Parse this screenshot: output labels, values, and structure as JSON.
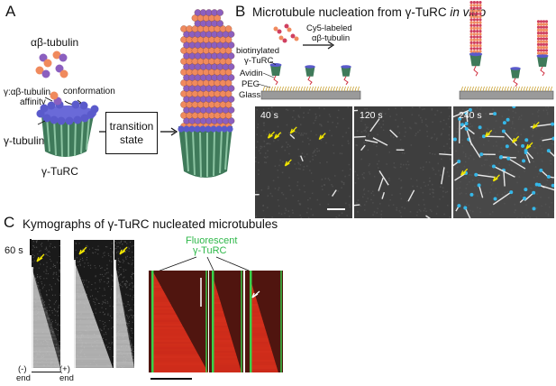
{
  "panel_a": {
    "letter": "A",
    "ab_tubulin": "αβ-tubulin",
    "affinity_line1": "γ:αβ-tubulin",
    "affinity_line2": "affinity",
    "conformation": "conformation",
    "g_tubulin": "γ-tubulin",
    "g_turc": "γ-TuRC",
    "transition_line1": "transition",
    "transition_line2": "state"
  },
  "panel_b": {
    "letter": "B",
    "title_prefix": "Microtubule nucleation from γ-TuRC ",
    "title_italic": "in vitro",
    "cy5_line1": "Cy5-labeled",
    "cy5_line2": "αβ-tubulin",
    "biotinylated_line1": "biotinylated",
    "biotinylated_line2": "γ-TuRC",
    "avidin": "Avidin",
    "peg": "PEG",
    "glass": "Glass",
    "timepoints": [
      "40 s",
      "120 s",
      "240 s"
    ]
  },
  "panel_c": {
    "letter": "C",
    "title": "Kymographs of γ-TuRC nucleated microtubules",
    "time_scale": "60 s",
    "minus_end_line1": "(-)",
    "minus_end_line2": "end",
    "plus_end_line1": "(+)",
    "plus_end_line2": "end",
    "fluorescent_line1": "Fluorescent",
    "fluorescent_line2": "γ-TuRC"
  },
  "colors": {
    "tubulin_orange": "#f08a5d",
    "tubulin_purple": "#8b5fbf",
    "g_tubulin_blue": "#5a5acb",
    "turc_green": "#3f7a5a",
    "kymo_red": "#d42a1a",
    "kymo_green": "#38d14a",
    "arrow_yellow": "#f2e600",
    "dot_cyan": "#35b7e8"
  }
}
